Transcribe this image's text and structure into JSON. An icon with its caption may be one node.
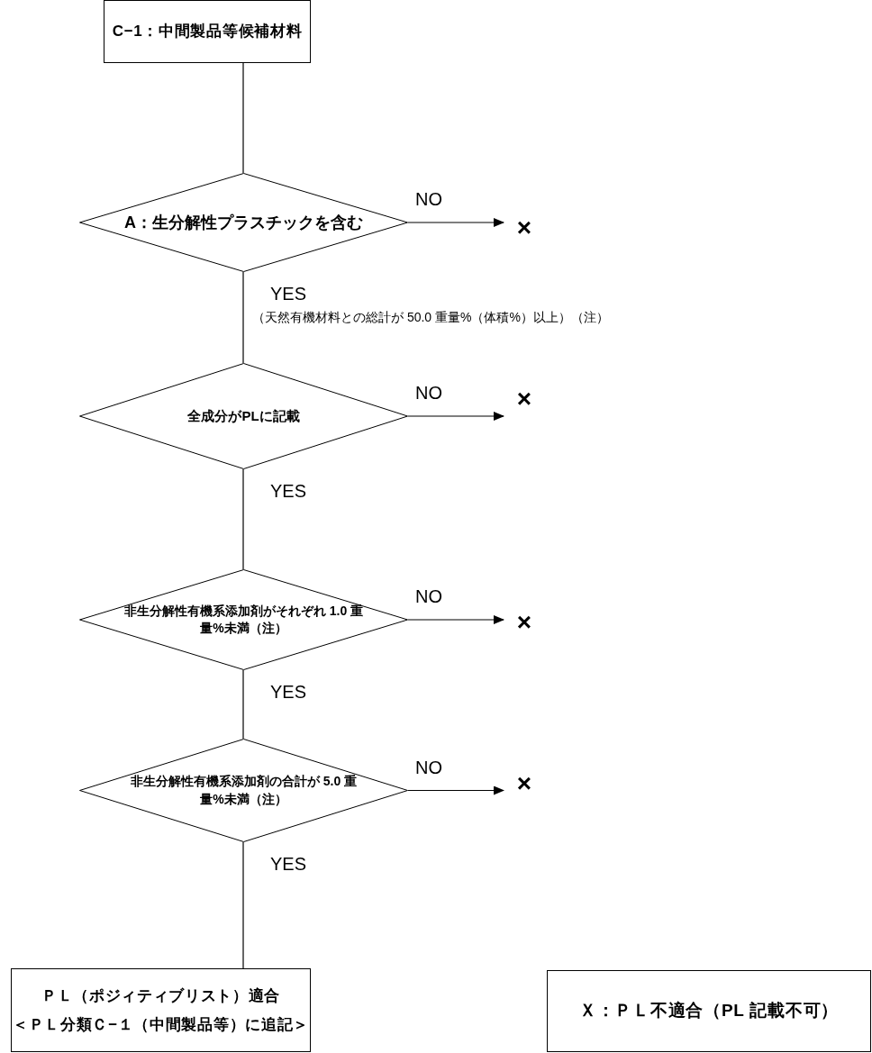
{
  "diagram": {
    "nodes": [
      {
        "text": [
          "C−1：中間製品等候補材料"
        ]
      },
      {
        "text": [
          "A：生分解性プラスチックを含む"
        ]
      },
      {
        "text": [
          "×"
        ]
      },
      {
        "text": [
          "全成分がPLに記載"
        ]
      },
      {
        "text": [
          "×"
        ]
      },
      {
        "text": [
          "非生分解性有機系添加剤がそれぞれ 1.0 重量%未満（注）"
        ]
      },
      {
        "text": [
          "×"
        ]
      },
      {
        "text": [
          "非生分解性有機系添加剤の合計が 5.0 重量%未満（注）"
        ]
      },
      {
        "text": [
          "×"
        ]
      },
      {
        "text": [
          "ＰＬ（ポジィティブリスト）適合",
          "＜ＰＬ分類Ｃ−１（中間製品等）に追記＞"
        ]
      },
      {
        "text": [
          "Ｘ：ＰＬ不適合（PL 記載不可）"
        ]
      }
    ],
    "edges": [
      {
        "from": 0,
        "to": 1,
        "arrow": "none"
      },
      {
        "from": 1,
        "to": 2,
        "arrow": "to",
        "label": "NO"
      },
      {
        "from": 1,
        "to": 3,
        "arrow": "none",
        "label": "YES"
      },
      {
        "from": 3,
        "to": 4,
        "arrow": "to",
        "label": "NO"
      },
      {
        "from": 3,
        "to": 5,
        "arrow": "none",
        "label": "YES"
      },
      {
        "from": 5,
        "to": 6,
        "arrow": "to",
        "label": "NO"
      },
      {
        "from": 5,
        "to": 7,
        "arrow": "none",
        "label": "YES"
      },
      {
        "from": 7,
        "to": 8,
        "arrow": "to",
        "label": "NO"
      },
      {
        "from": 7,
        "to": 9,
        "arrow": "none",
        "label": "YES"
      }
    ],
    "labels": [
      "（天然有機材料との総計が 50.0 重量%（体積%）以上）（注）"
    ]
  }
}
